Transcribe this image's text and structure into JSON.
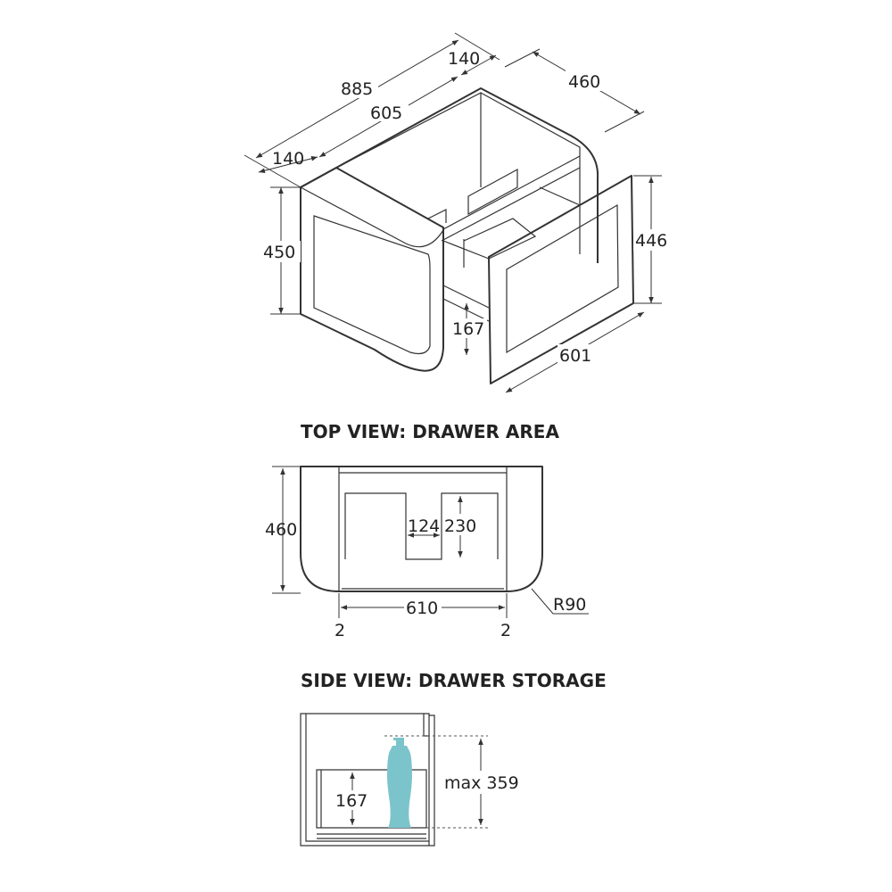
{
  "colors": {
    "line": "#333333",
    "bottle": "#7cc4cc"
  },
  "iso_view": {
    "overall_width": "885",
    "end_panel_left": "140",
    "end_panel_right": "140",
    "inner_width": "605",
    "depth": "460",
    "height": "450",
    "drawer_front_height": "446",
    "drawer_front_width": "601",
    "drawer_depth_height": "167"
  },
  "top_view": {
    "title": "TOP VIEW: DRAWER AREA",
    "depth": "460",
    "notch_width": "124",
    "notch_depth": "230",
    "drawer_width": "610",
    "gap_left": "2",
    "gap_right": "2",
    "radius": "R90"
  },
  "side_view": {
    "title": "SIDE VIEW: DRAWER STORAGE",
    "drawer_height": "167",
    "max_height": "max 359"
  }
}
